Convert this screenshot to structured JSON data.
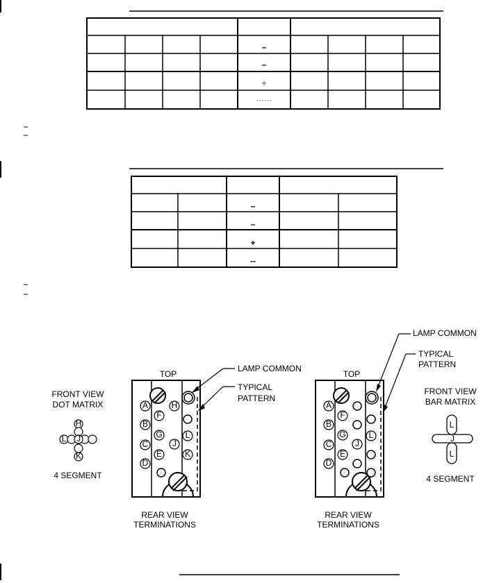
{
  "symbols": {
    "dot_table": [
      "–",
      "–",
      "+",
      "······"
    ],
    "bar_table": [
      "–",
      "–",
      "+",
      "--"
    ]
  },
  "labels": {
    "lamp_common": "LAMP COMMON",
    "typical_pattern_line1": "TYPICAL",
    "typical_pattern_line2": "PATTERN",
    "top": "TOP",
    "rear_view_line1": "REAR VIEW",
    "rear_view_line2": "TERMINATIONS",
    "front_view": "FRONT VIEW",
    "dot_matrix": "DOT MATRIX",
    "bar_matrix": "BAR MATRIX",
    "four_segment": "4 SEGMENT"
  },
  "pins_left": [
    "A",
    "B",
    "C",
    "D",
    "E",
    "F",
    "G",
    "H",
    "J",
    "K",
    "L"
  ],
  "pins_right": [
    "A",
    "B",
    "C",
    "D",
    "E",
    "F",
    "G",
    "J",
    "L"
  ],
  "dot_matrix_segments": [
    "H",
    "L",
    "J",
    "K"
  ],
  "bar_matrix_segments": [
    "L",
    "J",
    "L"
  ]
}
